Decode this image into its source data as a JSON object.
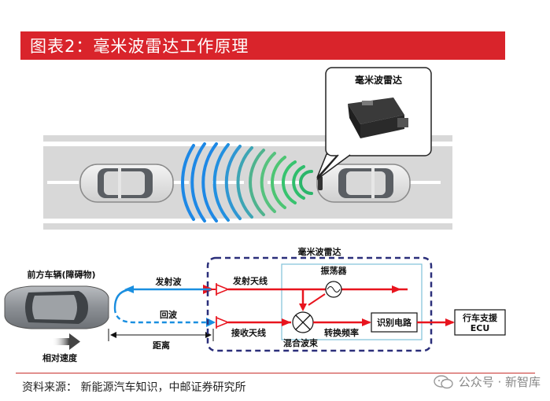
{
  "header": {
    "title": "图表2：毫米波雷达工作原理"
  },
  "top_scene": {
    "radar_callout_label": "毫米波雷达"
  },
  "schematic": {
    "obstacle_label": "前方车辆(障碍物)",
    "relative_speed_label": "相对速度",
    "transmit_wave_label": "发射波",
    "echo_label": "回波",
    "distance_label": "距离",
    "radar_box_label": "毫米波雷达",
    "tx_antenna_label": "发射天线",
    "rx_antenna_label": "接收天线",
    "oscillator_label": "振荡器",
    "mixer_label": "混合波束",
    "conversion_label": "转换频率",
    "recognition_label": "识别电路",
    "ecu_label_line1": "行车支援",
    "ecu_label_line2": "ECU"
  },
  "footer": {
    "source": "资料来源：  新能源汽车知识，中邮证券研究所",
    "watermark": "公众号 · 新智库"
  },
  "colors": {
    "title_bg": "#d9242b",
    "signal_red": "#e8141e",
    "echo_blue": "#1a8fe0",
    "radar_box_border": "#2b2f7a",
    "wave_blue": "#1e88e5",
    "wave_green": "#3cc46e"
  }
}
